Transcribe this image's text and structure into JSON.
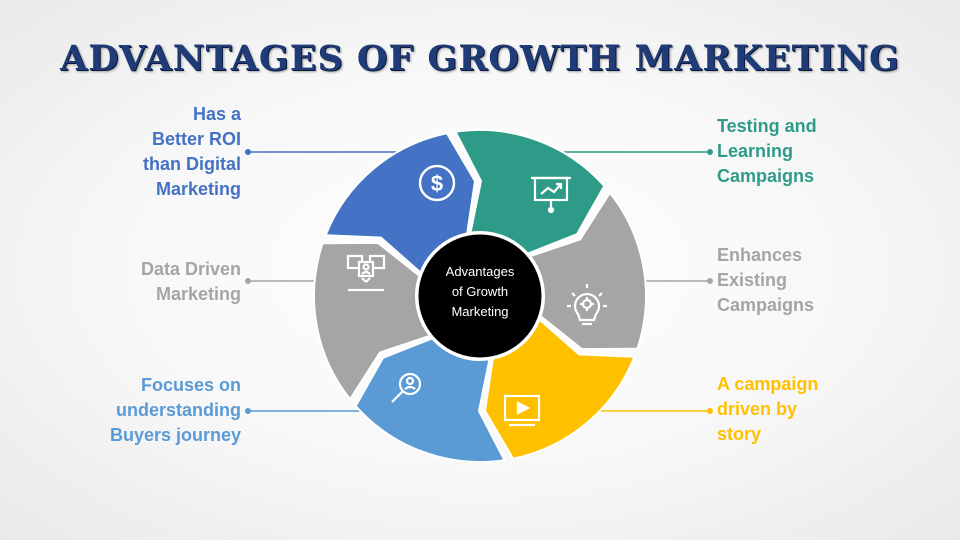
{
  "title": "ADVANTAGES OF GROWTH MARKETING",
  "center": {
    "text": "Advantages\nof Growth\nMarketing"
  },
  "colors": {
    "dark_blue": "#4472C4",
    "teal": "#2E9B89",
    "gray": "#A5A5A5",
    "gold": "#FFC000",
    "light_blue": "#5B9BD5",
    "center": "#000000"
  },
  "segments": [
    {
      "label": "Has a\nBetter ROI\nthan Digital\nMarketing",
      "icon": "dollar-icon",
      "color": "#4472C4"
    },
    {
      "label": "Testing and\nLearning\nCampaigns",
      "icon": "presentation-chart-icon",
      "color": "#2E9B89"
    },
    {
      "label": "Enhances\nExisting\nCampaigns",
      "icon": "lightbulb-gear-icon",
      "color": "#A5A5A5"
    },
    {
      "label": "A campaign\ndriven by\nstory",
      "icon": "video-play-icon",
      "color": "#FFC000"
    },
    {
      "label": "Focuses  on\nunderstanding\nBuyers journey",
      "icon": "magnifier-user-icon",
      "color": "#5B9BD5"
    },
    {
      "label": "Data Driven\nMarketing",
      "icon": "data-people-icon",
      "color": "#A5A5A5"
    }
  ]
}
